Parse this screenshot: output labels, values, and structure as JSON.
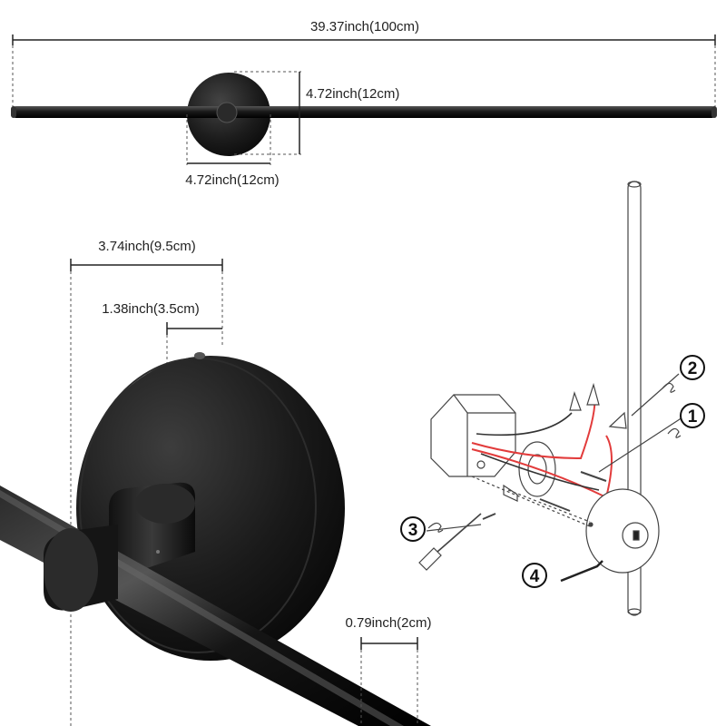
{
  "dimensions": {
    "total_length": "39.37inch(100cm)",
    "base_height": "4.72inch(12cm)",
    "base_width": "4.72inch(12cm)",
    "base_diameter": "3.74inch(9.5cm)",
    "arm_width": "1.38inch(3.5cm)",
    "tube_diameter": "0.79inch(2cm)"
  },
  "installation": {
    "step_1": "1",
    "step_2": "2",
    "step_3": "3",
    "step_4": "4"
  },
  "colors": {
    "fixture": "#1a1a1a",
    "line_art": "#444444",
    "wire_red": "#e23b3b"
  }
}
